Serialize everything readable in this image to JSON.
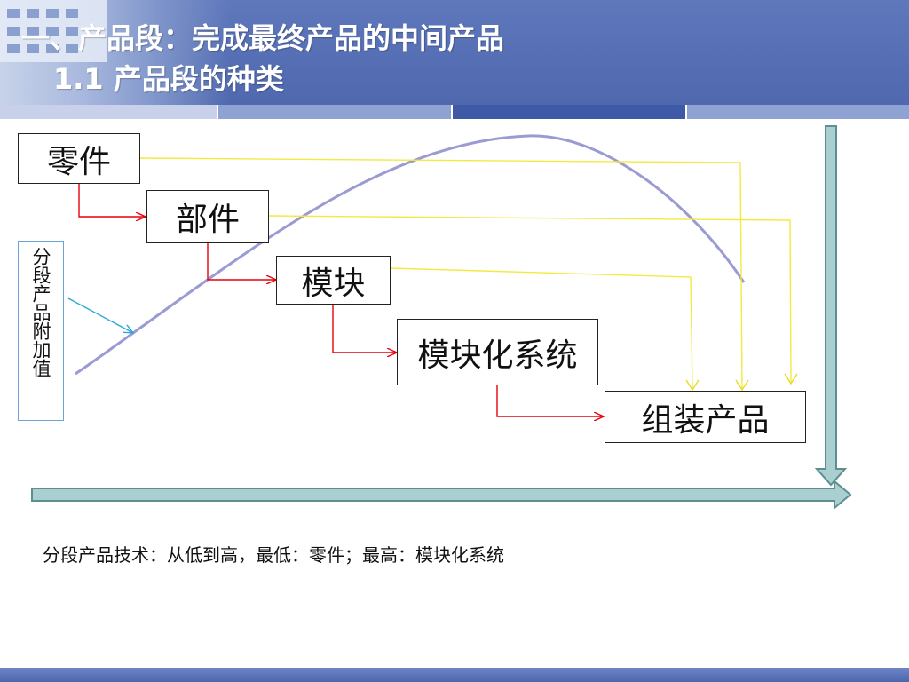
{
  "header": {
    "title_line1": "一、产品段：完成最终产品的中间产品",
    "title_line2": "1.1 产品段的种类"
  },
  "diagram": {
    "stages": [
      "零件",
      "部件",
      "模块",
      "模块化系统",
      "组装产品"
    ],
    "side_label": "分段产品附加值"
  },
  "caption": "分段产品技术：从低到高，最低：零件；最高：模块化系统",
  "colors": {
    "header_blue": "#5f78bc",
    "step_arrow": "#e8000b",
    "flow_line": "#f2ea40",
    "value_curve": "#9b9bd4",
    "pointer": "#29a7d9",
    "axis_arrow": "#a9cfd0"
  }
}
